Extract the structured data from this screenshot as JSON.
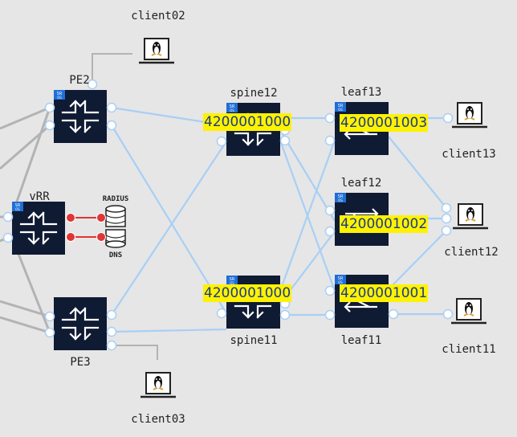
{
  "labels": {
    "pe2": "PE2",
    "pe3": "PE3",
    "vrr": "vRR",
    "spine12": "spine12",
    "spine11": "spine11",
    "leaf13": "leaf13",
    "leaf12": "leaf12",
    "leaf11": "leaf11",
    "client02": "client02",
    "client03": "client03",
    "client13": "client13",
    "client12": "client12",
    "client11": "client11",
    "radius": "RADIUS",
    "dns": "DNS"
  },
  "asn": {
    "spine12": "4200001000",
    "spine11": "4200001000",
    "leaf13": "4200001003",
    "leaf12": "4200001002",
    "leaf11": "4200001001"
  },
  "colors": {
    "background": "#e6e6e6",
    "device": "#0f1a33",
    "blue_link": "#a8cff5",
    "gray_link": "#b3b3b3",
    "red_link": "#e03535",
    "asn_highlight": "#fff200",
    "asn_text": "#1a3a8c"
  },
  "icons": {
    "router": "router-arrows-icon",
    "switch": "switch-arrows-icon",
    "client": "linux-laptop-icon",
    "server": "database-icon"
  }
}
